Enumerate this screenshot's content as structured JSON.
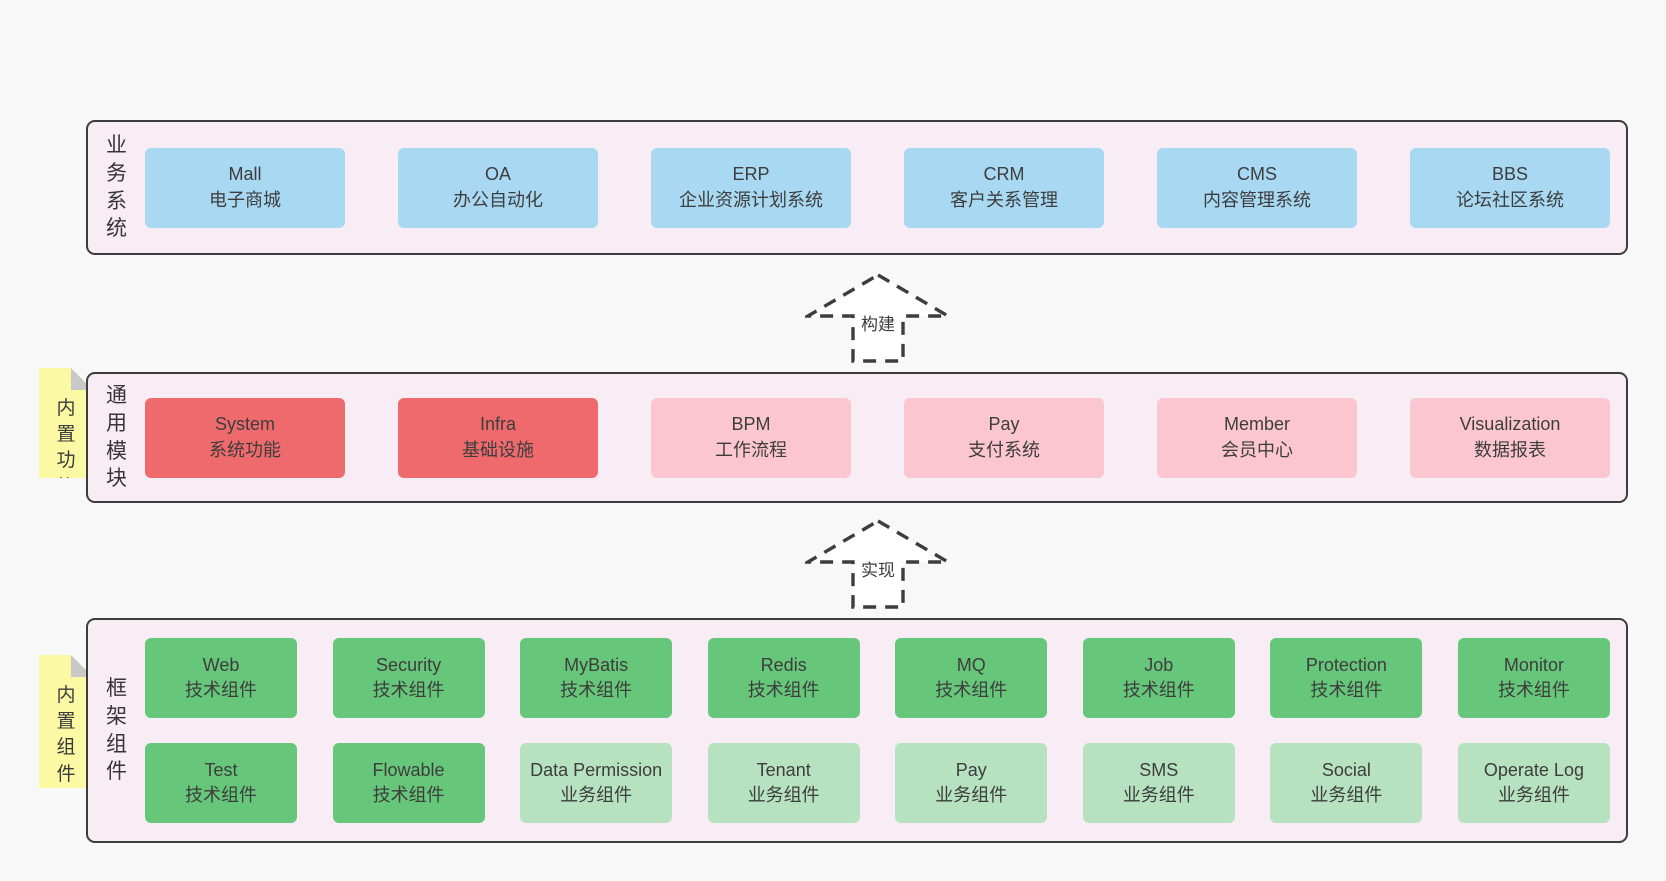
{
  "diagram": {
    "bands": [
      {
        "id": "business",
        "label": "业务系统",
        "note": null,
        "rows": [
          [
            {
              "name": "Mall",
              "desc": "电子商城",
              "type": "blue"
            },
            {
              "name": "OA",
              "desc": "办公自动化",
              "type": "blue"
            },
            {
              "name": "ERP",
              "desc": "企业资源计划系统",
              "type": "blue"
            },
            {
              "name": "CRM",
              "desc": "客户关系管理",
              "type": "blue"
            },
            {
              "name": "CMS",
              "desc": "内容管理系统",
              "type": "blue"
            },
            {
              "name": "BBS",
              "desc": "论坛社区系统",
              "type": "blue"
            }
          ]
        ]
      },
      {
        "id": "modules",
        "label": "通用模块",
        "note": "内置功能",
        "rows": [
          [
            {
              "name": "System",
              "desc": "系统功能",
              "type": "red"
            },
            {
              "name": "Infra",
              "desc": "基础设施",
              "type": "red"
            },
            {
              "name": "BPM",
              "desc": "工作流程",
              "type": "pink"
            },
            {
              "name": "Pay",
              "desc": "支付系统",
              "type": "pink"
            },
            {
              "name": "Member",
              "desc": "会员中心",
              "type": "pink"
            },
            {
              "name": "Visualization",
              "desc": "数据报表",
              "type": "pink"
            }
          ]
        ]
      },
      {
        "id": "framework",
        "label": "框架组件",
        "note": "内置组件",
        "rows": [
          [
            {
              "name": "Web",
              "desc": "技术组件",
              "type": "green"
            },
            {
              "name": "Security",
              "desc": "技术组件",
              "type": "green"
            },
            {
              "name": "MyBatis",
              "desc": "技术组件",
              "type": "green"
            },
            {
              "name": "Redis",
              "desc": "技术组件",
              "type": "green"
            },
            {
              "name": "MQ",
              "desc": "技术组件",
              "type": "green"
            },
            {
              "name": "Job",
              "desc": "技术组件",
              "type": "green"
            },
            {
              "name": "Protection",
              "desc": "技术组件",
              "type": "green"
            },
            {
              "name": "Monitor",
              "desc": "技术组件",
              "type": "green"
            }
          ],
          [
            {
              "name": "Test",
              "desc": "技术组件",
              "type": "green"
            },
            {
              "name": "Flowable",
              "desc": "技术组件",
              "type": "green"
            },
            {
              "name": "Data Permission",
              "desc": "业务组件",
              "type": "lightgreen"
            },
            {
              "name": "Tenant",
              "desc": "业务组件",
              "type": "lightgreen"
            },
            {
              "name": "Pay",
              "desc": "业务组件",
              "type": "lightgreen"
            },
            {
              "name": "SMS",
              "desc": "业务组件",
              "type": "lightgreen"
            },
            {
              "name": "Social",
              "desc": "业务组件",
              "type": "lightgreen"
            },
            {
              "name": "Operate Log",
              "desc": "业务组件",
              "type": "lightgreen"
            }
          ]
        ]
      }
    ],
    "arrows": [
      {
        "id": "build",
        "label": "构建"
      },
      {
        "id": "implement",
        "label": "实现"
      }
    ],
    "colors": {
      "blue": "#a8d8f2",
      "red": "#ee6a6d",
      "pink": "#fbc6d0",
      "green": "#66c679",
      "lightgreen": "#b7e2bf",
      "band_bg": "#f8edf5",
      "band_border": "#3d3d3d",
      "note_bg": "#fcf9a4",
      "note_fold": "#c8c8c8",
      "page_bg": "#f8f8f8",
      "text": "#3d3d3d",
      "arrow_fill": "#ffffff",
      "arrow_stroke": "#3d3d3d"
    }
  }
}
